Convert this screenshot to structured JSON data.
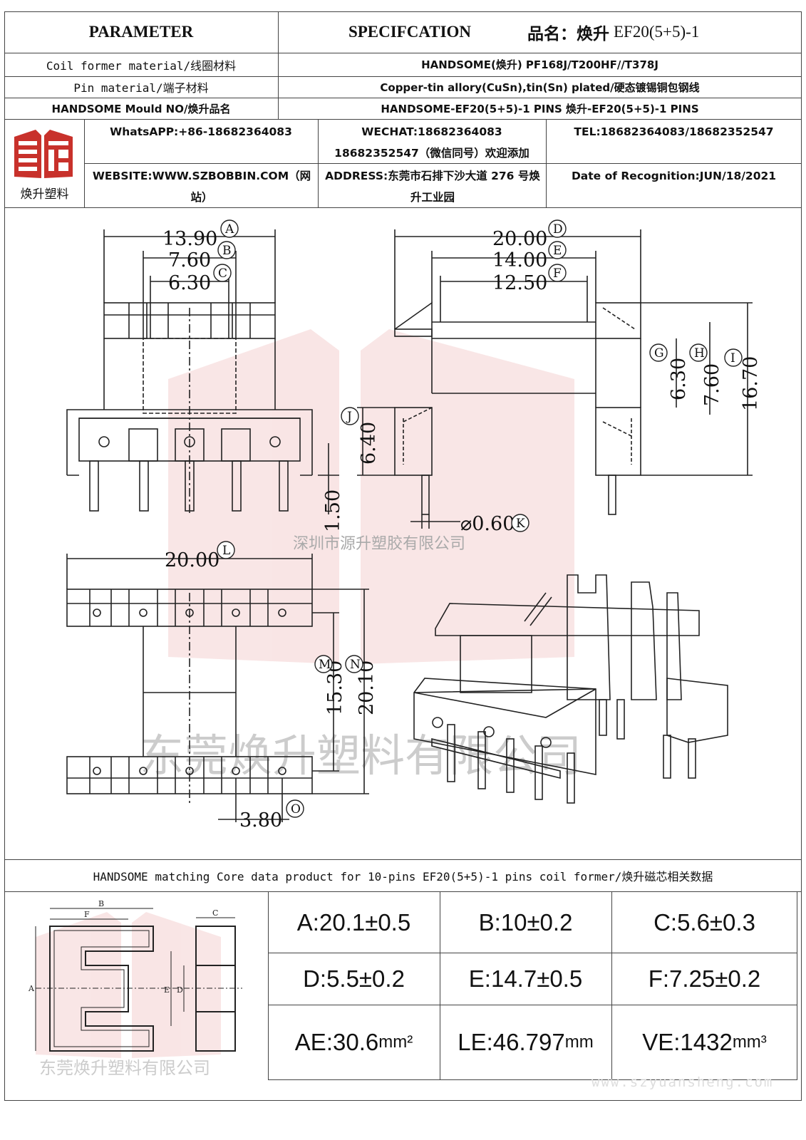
{
  "header": {
    "parameter_label": "PARAMETER",
    "spec_label": "SPECIFCATION",
    "product_name_label": "品名：焕升",
    "product_code": "EF20(5+5)-1"
  },
  "params": [
    {
      "label": "Coil former material/线圈材料",
      "value": "HANDSOME(焕升)   PF168J/T200HF//T378J"
    },
    {
      "label": "Pin material/端子材料",
      "value": "Copper-tin allory(CuSn),tin(Sn) plated/硬态镀锡铜包钢线"
    },
    {
      "label": "HANDSOME Mould NO/焕升品名",
      "value": "HANDSOME-EF20(5+5)-1 PINS   焕升-EF20(5+5)-1 PINS"
    }
  ],
  "logo": {
    "caption": "焕升塑料"
  },
  "contact": {
    "whatsapp": "WhatsAPP:+86-18682364083",
    "wechat_line1": "WECHAT:18682364083",
    "wechat_line2": "18682352547（微信同号）欢迎添加",
    "tel": "TEL:18682364083/18682352547",
    "website": "WEBSITE:WWW.SZBOBBIN.COM（网站）",
    "address": "ADDRESS:东莞市石排下沙大道 276 号焕升工业园",
    "date": "Date of Recognition:JUN/18/2021"
  },
  "drawing": {
    "dims": {
      "A": "13.90",
      "B": "7.60",
      "C": "6.30",
      "D": "20.00",
      "E": "14.00",
      "F": "12.50",
      "G": "6.30",
      "H": "7.60",
      "I": "16.70",
      "J": "6.40",
      "K": "⌀0.60",
      "L": "20.00",
      "M": "15.30",
      "N": "20.10",
      "O": "3.80",
      "pin_len": "1.50"
    },
    "labels": {
      "A": "A",
      "B": "B",
      "C": "C",
      "D": "D",
      "E": "E",
      "F": "F",
      "G": "G",
      "H": "H",
      "I": "I",
      "J": "J",
      "K": "K",
      "L": "L",
      "M": "M",
      "N": "N",
      "O": "O"
    },
    "watermark_small": "深圳市源升塑胶有限公司",
    "watermark_big": "东莞焕升塑料有限公司"
  },
  "core": {
    "title": "HANDSOME matching Core data  product for 10-pins EF20(5+5)-1 pins coil former/焕升磁芯相关数据",
    "diagram_labels": {
      "A": "A",
      "B": "B",
      "C": "C",
      "D": "D",
      "E": "E",
      "F": "F"
    },
    "watermark": "东莞焕升塑料有限公司",
    "values": [
      {
        "main": "A:20.1±0.5",
        "unit": ""
      },
      {
        "main": "B:10±0.2",
        "unit": ""
      },
      {
        "main": "C:5.6±0.3",
        "unit": ""
      },
      {
        "main": "D:5.5±0.2",
        "unit": ""
      },
      {
        "main": "E:14.7±0.5",
        "unit": ""
      },
      {
        "main": "F:7.25±0.2",
        "unit": ""
      },
      {
        "main": "AE:30.6",
        "unit": "mm²"
      },
      {
        "main": "LE:46.797",
        "unit": "mm"
      },
      {
        "main": "VE:1432",
        "unit": "mm³"
      }
    ]
  },
  "footer": {
    "url": "www.szyuansheng.com"
  }
}
